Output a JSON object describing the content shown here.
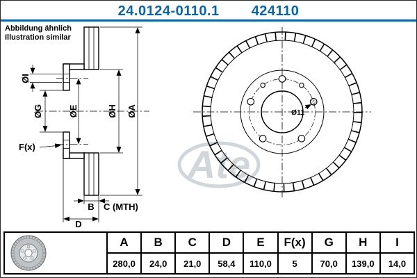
{
  "header": {
    "part_number": "24.0124-0110.1",
    "reference_number": "424110"
  },
  "note": {
    "line1": "Abbildung ähnlich",
    "line2": "Illustration similar"
  },
  "watermark": "Ate",
  "drawing": {
    "labels": {
      "dia_i": "ØI",
      "dia_g": "ØG",
      "dia_e": "ØE",
      "dia_h": "ØH",
      "dia_a": "ØA",
      "fx": "F(x)",
      "b": "B",
      "c_mth": "C (MTH)",
      "d": "D",
      "dia_11": "Ø11"
    }
  },
  "table": {
    "columns": [
      "A",
      "B",
      "C",
      "D",
      "E",
      "F(x)",
      "G",
      "H",
      "I"
    ],
    "values": [
      "280,0",
      "24,0",
      "21,0",
      "58,4",
      "110,0",
      "5",
      "70,0",
      "139,0",
      "14,0"
    ]
  },
  "colors": {
    "accent_blue": "#0a64ad",
    "watermark_gray": "#c6ccd3"
  }
}
